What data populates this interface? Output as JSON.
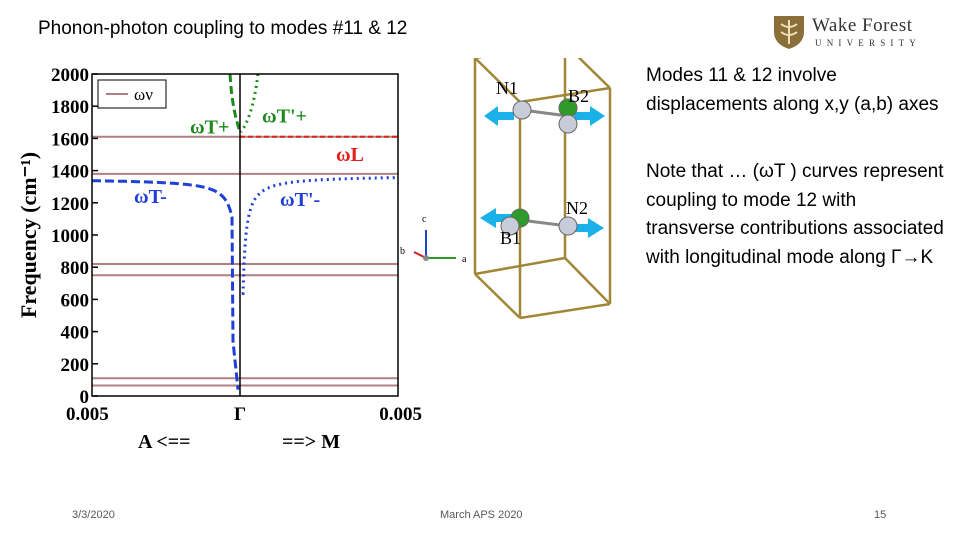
{
  "slide": {
    "title": "Phonon-photon coupling to modes #11 & 12",
    "logo": {
      "line1": "Wake Forest",
      "line2": "UNIVERSITY"
    },
    "para1": "Modes 11 & 12 involve displacements along x,y (a,b) axes",
    "para2": "Note that … (ωT ) curves represent coupling to mode 12 with transverse contributions associated with longitudinal mode along Γ→K",
    "footer": {
      "date": "3/3/2020",
      "conference": "March APS 2020",
      "page": "15"
    }
  },
  "chart_data": {
    "type": "line",
    "ylabel": "Frequency (cm⁻¹)",
    "yticks": [
      "0",
      "200",
      "400",
      "600",
      "800",
      "1000",
      "1200",
      "1400",
      "1600",
      "1800",
      "2000"
    ],
    "ylim": [
      0,
      2000
    ],
    "xticks": [
      "0.005",
      "Γ",
      "0.005"
    ],
    "xlabel_left": "A <==",
    "xlabel_right": "==> M",
    "legend": "ων",
    "reference_lines_cm1": [
      1610,
      1380,
      820,
      750,
      110,
      65
    ],
    "series_labels": [
      "ωT+",
      "ωT'+",
      "ωL",
      "ωT-",
      "ωT'-"
    ],
    "colors": {
      "green": "#1e8a1e",
      "blue": "#1f3fd6",
      "red": "#e0201b",
      "reference": "#b08080"
    }
  },
  "crystal": {
    "atoms": [
      "N1",
      "B2",
      "B1",
      "N2"
    ],
    "axes": [
      "c",
      "b",
      "a"
    ]
  }
}
